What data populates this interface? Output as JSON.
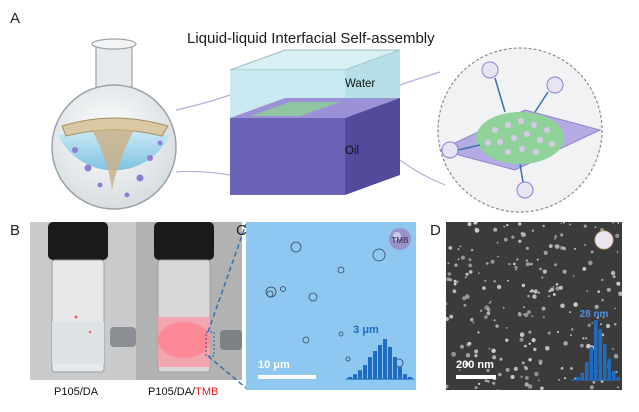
{
  "panel_labels": {
    "a": "A",
    "b": "B",
    "c": "C",
    "d": "D"
  },
  "panel_a": {
    "title": "Liquid-liquid Interfacial Self-assembly",
    "water_label": "Water",
    "oil_label": "Oil"
  },
  "panel_b": {
    "caption_left": "P105/DA",
    "caption_right_prefix": "P105/DA/",
    "caption_right_highlight": "TMB",
    "highlight_color": "#e02020"
  },
  "panel_c": {
    "sphere_label": "TMB",
    "histogram_label": "3 μm",
    "scale_bar_label": "10 μm",
    "histogram_bars": [
      0.05,
      0.12,
      0.22,
      0.35,
      0.55,
      0.7,
      0.85,
      1.0,
      0.8,
      0.55,
      0.3,
      0.12,
      0.05
    ]
  },
  "panel_d": {
    "histogram_label": "28 nm",
    "scale_bar_label": "200 nm",
    "histogram_bars": [
      0.05,
      0.12,
      0.3,
      0.55,
      1.0,
      0.85,
      0.6,
      0.35,
      0.15,
      0.05
    ]
  },
  "colors": {
    "histogram_blue": "#1f6bbf",
    "panel_c_bg": "#8ec7ef",
    "water": "#bfe6ee",
    "oil": "#6a63b6"
  }
}
